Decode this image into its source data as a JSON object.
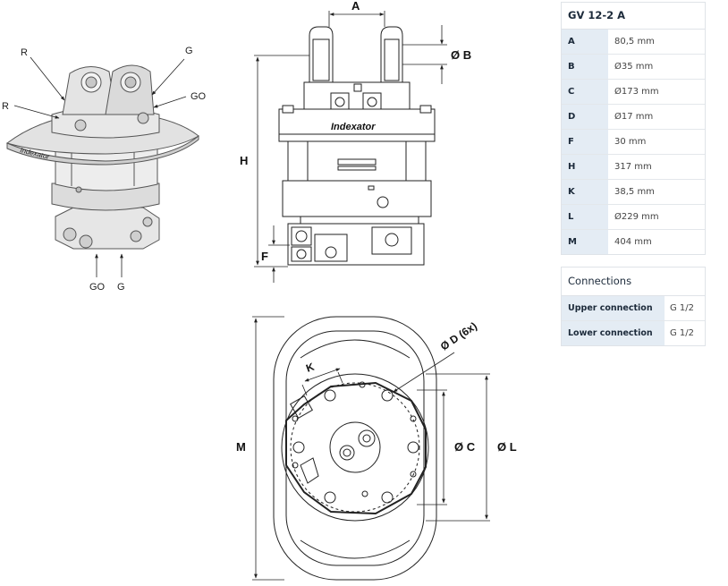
{
  "iso_labels": {
    "r_top": "R",
    "r_left": "R",
    "g_top": "G",
    "go_top": "GO",
    "go_bottom": "GO",
    "g_bottom": "G"
  },
  "side_labels": {
    "a": "A",
    "b": "Ø B",
    "h": "H",
    "f": "F",
    "brand": "Indexator"
  },
  "bottom_labels": {
    "k": "K",
    "d": "Ø D (6x)",
    "c": "Ø C",
    "l": "Ø L",
    "m": "M"
  },
  "spec": {
    "title": "GV 12-2 A",
    "rows": [
      {
        "key": "A",
        "value": "80,5 mm"
      },
      {
        "key": "B",
        "value": "Ø35 mm"
      },
      {
        "key": "C",
        "value": "Ø173 mm"
      },
      {
        "key": "D",
        "value": "Ø17 mm"
      },
      {
        "key": "F",
        "value": "30 mm"
      },
      {
        "key": "H",
        "value": "317 mm"
      },
      {
        "key": "K",
        "value": "38,5 mm"
      },
      {
        "key": "L",
        "value": "Ø229 mm"
      },
      {
        "key": "M",
        "value": "404 mm"
      }
    ]
  },
  "connections": {
    "title": "Connections",
    "rows": [
      {
        "key": "Upper connection",
        "value": "G 1/2"
      },
      {
        "key": "Lower connection",
        "value": "G 1/2"
      }
    ]
  }
}
